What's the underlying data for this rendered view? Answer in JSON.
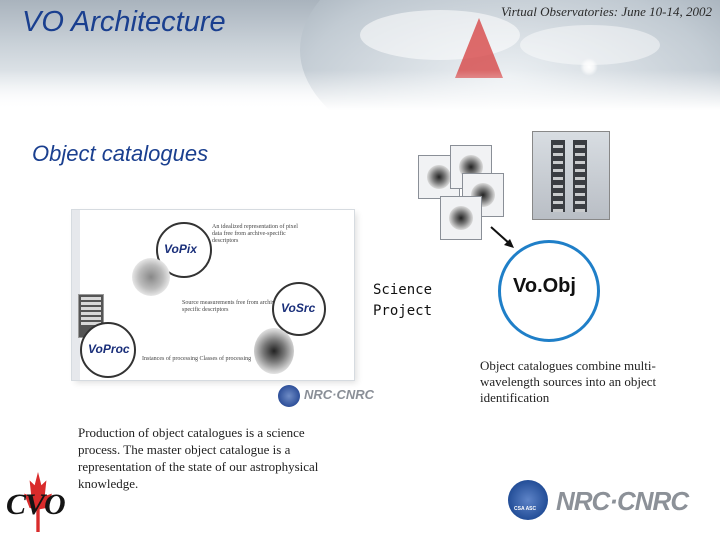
{
  "header": {
    "title": "VO Architecture",
    "date": "Virtual Observatories: June 10-14, 2002"
  },
  "slide": {
    "subtitle": "Object catalogues",
    "science_project": "Science Project",
    "vo_obj": "Vo.Obj",
    "right_caption": "Object catalogues combine multi-wavelength sources into an object identification",
    "bottom_caption": "Production of object catalogues is a science process. The master object catalogue is a representation of the state of our astrophysical knowledge."
  },
  "diagram": {
    "vopix_label": "VoPix",
    "vosrc_label": "VoSrc",
    "voproc_label": "VoProc",
    "vopix_text": "An idealized representation of pixel data free from archive-specific descriptors",
    "vosrc_text": "Source measurements free from archive-specific descriptors",
    "voproc_text": "Instances of processing Classes of processing"
  },
  "logos": {
    "nrc_small": "NRC·CNRC",
    "nrc_large": "NRC·CNRC",
    "csa": "CSA ASC",
    "cvo": "CVO"
  },
  "colors": {
    "title_blue": "#1a3f8f",
    "ring_blue": "#1f7fc8",
    "leaf_red": "#d92b2b"
  }
}
